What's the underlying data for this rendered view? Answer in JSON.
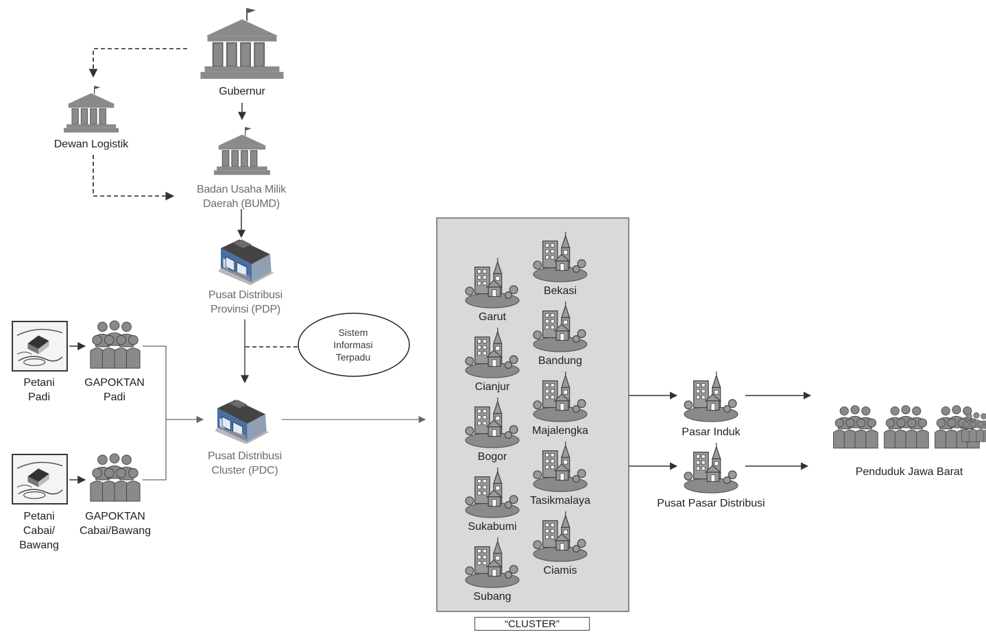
{
  "nodes": {
    "gubernur": "Gubernur",
    "dewan_logistik": "Dewan Logistik",
    "bumd": "Badan Usaha Milik\nDaerah (BUMD)",
    "pdp": "Pusat Distribusi\nProvinsi (PDP)",
    "sistem_informasi": "Sistem\nInformasi\nTerpadu",
    "pdc": "Pusat Distribusi\nCluster (PDC)",
    "petani_padi": "Petani\nPadi",
    "gapoktan_padi": "GAPOKTAN\nPadi",
    "petani_cabai": "Petani\nCabai/\nBawang",
    "gapoktan_cabai": "GAPOKTAN\nCabai/Bawang",
    "pasar_induk": "Pasar Induk",
    "pusat_pasar_distribusi": "Pusat Pasar Distribusi",
    "penduduk": "Penduduk Jawa Barat"
  },
  "cluster": {
    "tag": "“CLUSTER”",
    "left_column": [
      "Garut",
      "Cianjur",
      "Bogor",
      "Sukabumi",
      "Subang"
    ],
    "right_column": [
      "Bekasi",
      "Bandung",
      "Majalengka",
      "Tasikmalaya",
      "Ciamis"
    ]
  },
  "colors": {
    "icon_gray": "#8a8a8a",
    "icon_dark": "#555555",
    "cluster_fill": "#d9d9d9",
    "arrow": "#444444",
    "building_blue": "#4a6fa5"
  },
  "icons": {
    "government": "government-building-icon",
    "warehouse": "distribution-warehouse-icon",
    "city": "city-icon",
    "people": "people-group-icon",
    "farm": "farm-icon"
  }
}
